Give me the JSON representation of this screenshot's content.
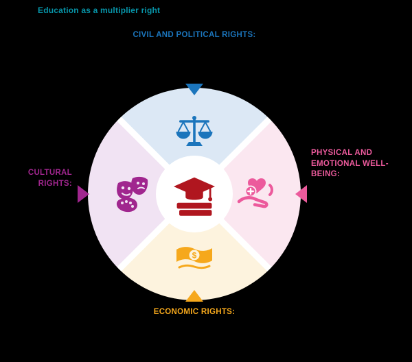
{
  "title": "Education as a multiplier right",
  "center": {
    "icon": "graduation-cap-books-icon",
    "color": "#b0161f"
  },
  "quadrants": {
    "top": {
      "label": "CIVIL AND POLITICAL RIGHTS:",
      "icon": "scales-of-justice-icon",
      "color": "#1b75bc",
      "bg_color": "#dce8f5",
      "arrow": "inward"
    },
    "right": {
      "label": "PHYSICAL AND EMOTIONAL WELL-BEING:",
      "icon": "hands-holding-heart-icon",
      "color": "#ec5a9c",
      "bg_color": "#fbe7f0",
      "arrow": "inward"
    },
    "bottom": {
      "label": "ECONOMIC RIGHTS:",
      "icon": "money-banknote-icon",
      "color": "#f6a81c",
      "bg_color": "#fdf3de",
      "arrow": "inward"
    },
    "left": {
      "label": "CULTURAL RIGHTS:",
      "icon": "theater-masks-palette-icon",
      "color": "#a0268e",
      "bg_color": "#f1e3f3",
      "arrow": "inward"
    }
  },
  "colors": {
    "background": "#000000",
    "title": "#0795a9",
    "divider_gap": "#ffffff",
    "center_circle": "#ffffff"
  }
}
